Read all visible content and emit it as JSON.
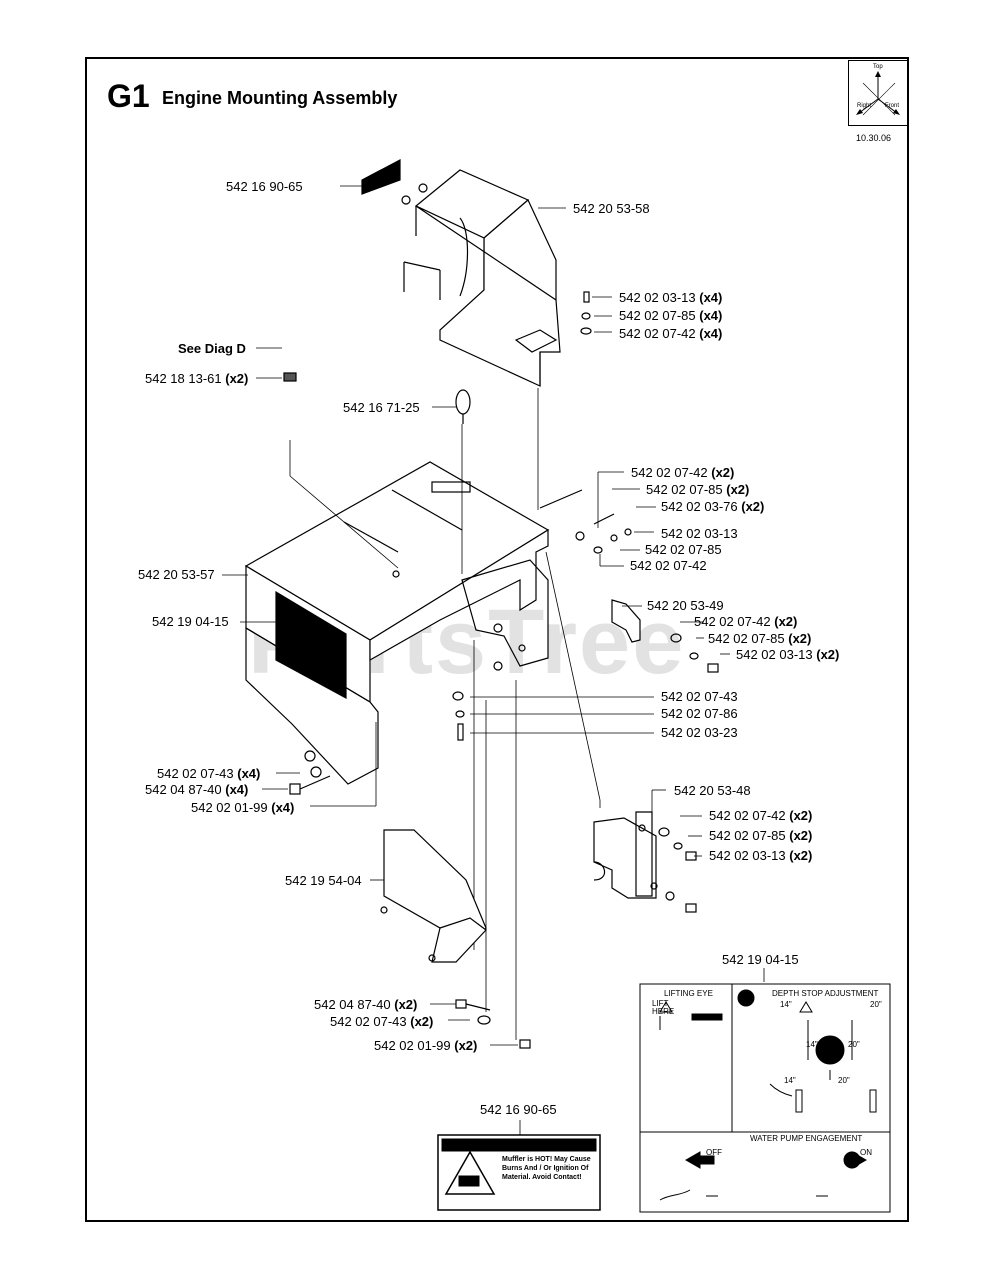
{
  "header": {
    "diagram_code": "G1",
    "title": "Engine Mounting Assembly",
    "date": "10.30.06",
    "orientation": {
      "top": "Top",
      "right": "Right",
      "front": "Front"
    }
  },
  "watermark": "PartsTree",
  "parts": {
    "p1": {
      "num": "542 16 90-65",
      "qty": ""
    },
    "p2": {
      "num": "542 20 53-58",
      "qty": ""
    },
    "p3": {
      "num": "542 02 03-13",
      "qty": "(x4)"
    },
    "p4": {
      "num": "542 02 07-85",
      "qty": "(x4)"
    },
    "p5": {
      "num": "542 02 07-42",
      "qty": "(x4)"
    },
    "p6": {
      "num": "See Diag D",
      "qty": ""
    },
    "p7": {
      "num": "542 18 13-61",
      "qty": "(x2)"
    },
    "p8": {
      "num": "542 16 71-25",
      "qty": ""
    },
    "p9": {
      "num": "542 02 07-42",
      "qty": "(x2)"
    },
    "p10": {
      "num": "542 02 07-85",
      "qty": "(x2)"
    },
    "p11": {
      "num": "542 02 03-76",
      "qty": "(x2)"
    },
    "p12": {
      "num": "542 02 03-13",
      "qty": ""
    },
    "p13": {
      "num": "542 02 07-85",
      "qty": ""
    },
    "p14": {
      "num": "542 02 07-42",
      "qty": ""
    },
    "p15": {
      "num": "542 20 53-57",
      "qty": ""
    },
    "p16": {
      "num": "542 20 53-49",
      "qty": ""
    },
    "p17": {
      "num": "542 19 04-15",
      "qty": ""
    },
    "p18": {
      "num": "542 02 07-42",
      "qty": "(x2)"
    },
    "p19": {
      "num": "542 02 07-85",
      "qty": "(x2)"
    },
    "p20": {
      "num": "542 02 03-13",
      "qty": "(x2)"
    },
    "p21": {
      "num": "542 02 07-43",
      "qty": ""
    },
    "p22": {
      "num": "542 02 07-86",
      "qty": ""
    },
    "p23": {
      "num": "542 02 03-23",
      "qty": ""
    },
    "p24": {
      "num": "542 02 07-43",
      "qty": "(x4)"
    },
    "p25": {
      "num": "542 04 87-40",
      "qty": "(x4)"
    },
    "p26": {
      "num": "542 02 01-99",
      "qty": "(x4)"
    },
    "p27": {
      "num": "542 20 53-48",
      "qty": ""
    },
    "p28": {
      "num": "542 02 07-42",
      "qty": "(x2)"
    },
    "p29": {
      "num": "542 02 07-85",
      "qty": "(x2)"
    },
    "p30": {
      "num": "542 02 03-13",
      "qty": "(x2)"
    },
    "p31": {
      "num": "542 19 54-04",
      "qty": ""
    },
    "p32": {
      "num": "542 19 04-15",
      "qty": ""
    },
    "p33": {
      "num": "542 04 87-40",
      "qty": "(x2)"
    },
    "p34": {
      "num": "542 02 07-43",
      "qty": "(x2)"
    },
    "p35": {
      "num": "542 02 01-99",
      "qty": "(x2)"
    },
    "p36": {
      "num": "542 16 90-65",
      "qty": ""
    }
  },
  "decal_muffler": {
    "text": "Muffler is HOT! May Cause Burns And / Or Ignition Of Material. Avoid Contact!"
  },
  "decal_panel": {
    "lifting_eye": "LIFTING EYE",
    "lift_here": "LIFT HERE",
    "depth_stop": "DEPTH STOP ADJUSTMENT",
    "water_pump": "WATER PUMP ENGAGEMENT",
    "off": "OFF",
    "on": "ON",
    "d14a": "14\"",
    "d20a": "20\"",
    "d14b": "14\"",
    "d20b": "20\"",
    "d14c": "14\"",
    "d20c": "20\""
  }
}
